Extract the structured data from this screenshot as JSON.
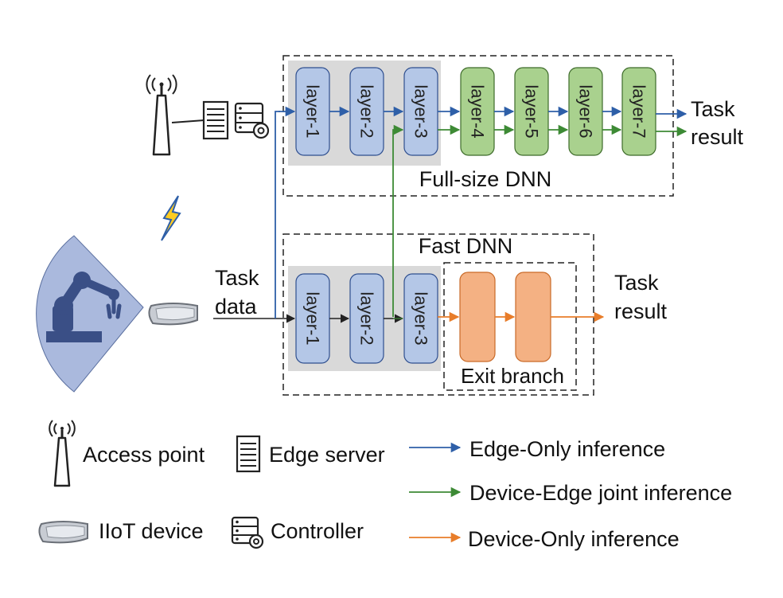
{
  "full_dnn": {
    "title": "Full-size DNN",
    "layers": [
      "layer-1",
      "layer-2",
      "layer-3",
      "layer-4",
      "layer-5",
      "layer-6",
      "layer-7"
    ],
    "result_label": [
      "Task",
      "result"
    ]
  },
  "fast_dnn": {
    "title": "Fast DNN",
    "layers": [
      "layer-1",
      "layer-2",
      "layer-3"
    ],
    "exit_branch_label": "Exit branch",
    "result_label": [
      "Task",
      "result"
    ]
  },
  "task_data_label": [
    "Task",
    "data"
  ],
  "legend": {
    "access_point": "Access point",
    "edge_server": "Edge server",
    "iiot_device": "IIoT device",
    "controller": "Controller",
    "edge_only": "Edge-Only inference",
    "device_edge": "Device-Edge joint inference",
    "device_only": "Device-Only inference"
  },
  "colors": {
    "blue_layer": "#b4c7e7",
    "green_layer": "#a9d18e",
    "orange_block": "#f4b183",
    "shade": "#d9d9d9",
    "edge_only_arrow": "#2e5fa8",
    "device_edge_arrow": "#3d8a35",
    "device_only_arrow": "#e87d2a",
    "sector": "#aab9dd"
  },
  "icons": [
    "antenna-icon",
    "edge-server-icon",
    "controller-icon",
    "lightning-icon",
    "robot-arm-icon",
    "iiot-device-icon"
  ]
}
